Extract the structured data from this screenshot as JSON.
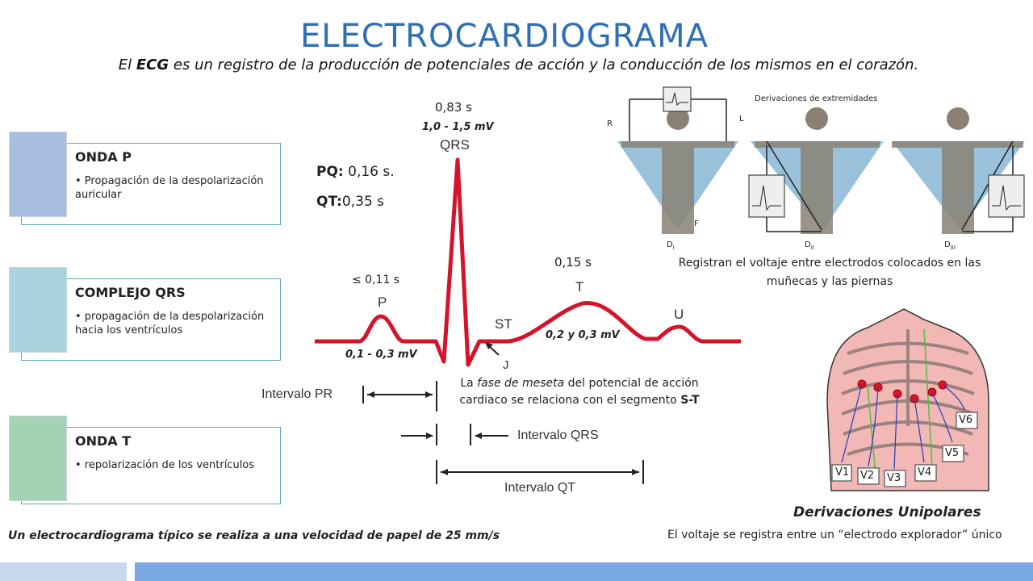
{
  "title": "ELECTROCARDIOGRAMA",
  "subtitle": {
    "pre": "El ",
    "bold": "ECG",
    "post": " es un registro de la producción de potenciales de acción y la conducción de los mismos en el corazón."
  },
  "cards": [
    {
      "heading": "ONDA P",
      "bullet": "• Propagación de la despolarización auricular",
      "swatch": "#a9bedf"
    },
    {
      "heading": "COMPLEJO QRS",
      "bullet": "• propagación de la despolarización hacia los ventrículos",
      "swatch": "#a8d4de"
    },
    {
      "heading": "ONDA T",
      "bullet": "• repolarización de los ventrículos",
      "swatch": "#a3d3b1"
    }
  ],
  "ecg": {
    "qrs_time": "0,83 s",
    "qrs_mv": "1,0 - 1,5 mV",
    "qrs_label": "QRS",
    "pq": {
      "key": "PQ:",
      "value": " 0,16 s."
    },
    "qt": {
      "key": "QT:",
      "value": "0,35 s"
    },
    "p_time": "≤ 0,11 s",
    "p_label": "P",
    "p_mv": "0,1 - 0,3 mV",
    "t_time": "0,15 s",
    "t_label": "T",
    "t_mv": "0,2 y 0,3 mV",
    "st_label": "ST",
    "u_label": "U",
    "j_label": "J",
    "pr_interval": "Intervalo PR",
    "qrs_interval": "Intervalo QRS",
    "qt_interval": "Intervalo QT",
    "trace_color": "#d4142a"
  },
  "meseta": {
    "pre": "La ",
    "italic": "fase de meseta",
    "mid": " del potencial de acción cardiaco se relaciona con el segmento ",
    "bold": "S-T"
  },
  "limb": {
    "heading": "Derivaciones de extremidades",
    "r": "R",
    "l": "L",
    "f": "F",
    "d1": "D",
    "d1_sub": "I",
    "d2": "D",
    "d2_sub": "II",
    "d3": "D",
    "d3_sub": "III",
    "caption": "Registran el voltaje entre electrodos colocados en las muñecas y las piernas"
  },
  "chest": {
    "leads": [
      "V1",
      "V2",
      "V3",
      "V4",
      "V5",
      "V6"
    ],
    "title": "Derivaciones Unipolares",
    "caption": "El voltaje se registra entre un “electrodo explorador” único"
  },
  "footer": "Un electrocardiograma típico se realiza a una velocidad de papel de 25 mm/s"
}
